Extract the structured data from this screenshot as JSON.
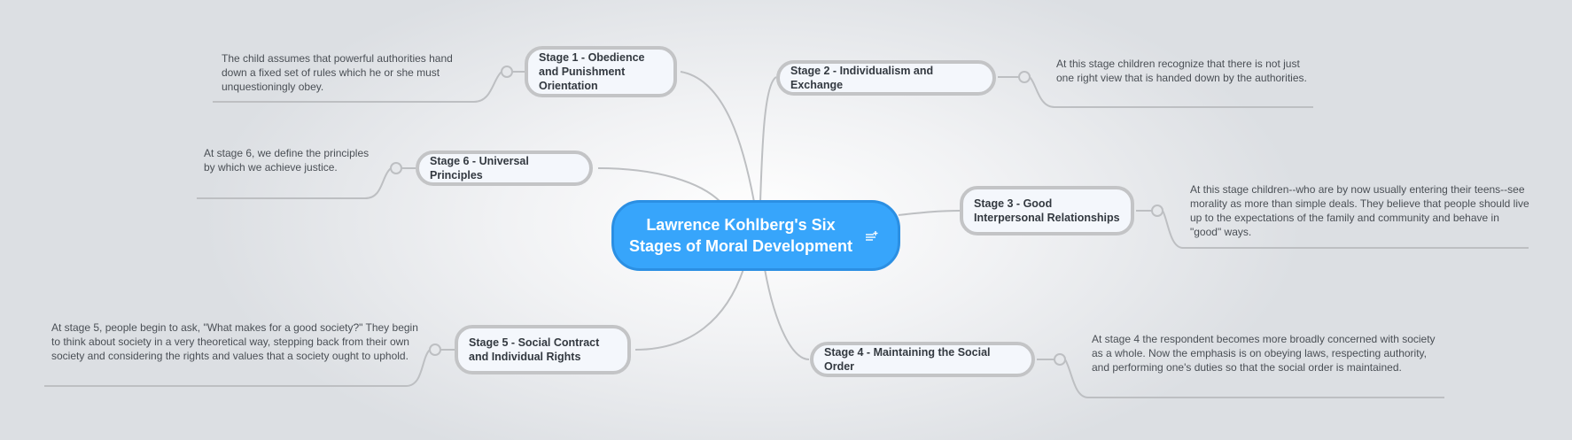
{
  "central": {
    "title": "Lawrence Kohlberg's Six Stages of Moral Development",
    "icon": "note-add-icon"
  },
  "topics": [
    {
      "id": "stage1",
      "label": "Stage 1 - Obedience and Punishment Orientation",
      "note": "The child assumes that powerful authorities hand down a fixed set of rules which he or she must unquestioningly obey."
    },
    {
      "id": "stage2",
      "label": "Stage 2 - Individualism and Exchange",
      "note": "At this stage children recognize that there is not just one right view that is handed down by the authorities."
    },
    {
      "id": "stage3",
      "label": "Stage 3 - Good Interpersonal Relationships",
      "note": "At this stage children--who are by now usually entering their teens--see morality as more than simple deals. They believe that people should live up to the expectations of the family and community and behave in \"good\" ways."
    },
    {
      "id": "stage4",
      "label": "Stage 4 - Maintaining the Social Order",
      "note": "At stage 4 the respondent becomes more broadly concerned with society as a whole. Now the emphasis is on obeying laws, respecting authority, and performing one's duties so that the social order is maintained."
    },
    {
      "id": "stage5",
      "label": "Stage 5 - Social Contract and Individual Rights",
      "note": "At stage 5, people begin to ask, \"What makes for a good society?\" They begin to think about society in a very theoretical way, stepping back from their own society and considering the rights and values that a society ought to uphold."
    },
    {
      "id": "stage6",
      "label": "Stage 6 - Universal Principles",
      "note": "At stage 6, we define the principles by which we achieve justice."
    }
  ],
  "colors": {
    "central_fill": "#37a5fb",
    "central_border": "#2b8fe3",
    "node_fill": "#f4f7fc",
    "node_border": "#c3c4c6",
    "line": "#bdbfc2",
    "background_edge": "#dcdfe3"
  }
}
